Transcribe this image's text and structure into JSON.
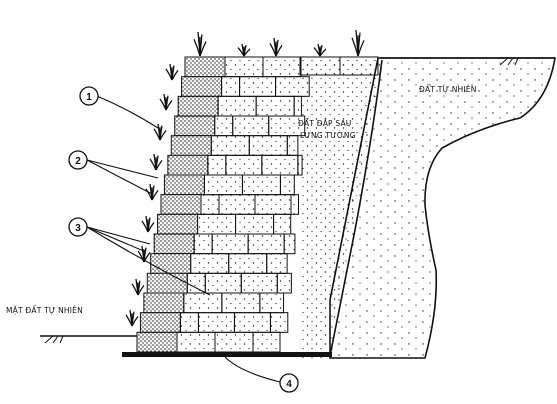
{
  "labels": {
    "natural_soil_right": "ĐẤT TỰ NHIÊN",
    "backfill_line1": "ĐẤT ĐẮP SAU",
    "backfill_line2": "LƯNG TƯỜNG",
    "ground_surface": "MẶT ĐẤT TỰ NHIÊN"
  },
  "callouts": [
    "1",
    "2",
    "3",
    "4"
  ],
  "colors": {
    "ink": "#111111",
    "paper": "#ffffff"
  }
}
